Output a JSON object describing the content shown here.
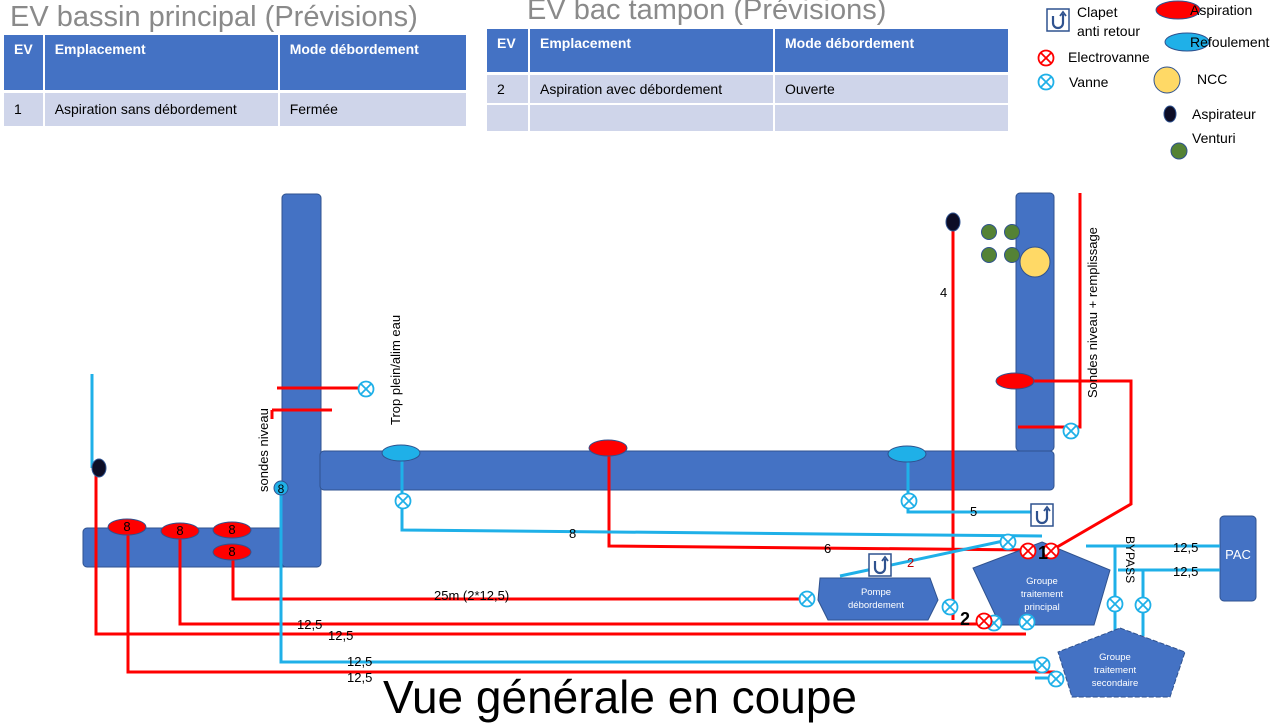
{
  "tables": {
    "principal": {
      "title": "EV bassin principal (Prévisions)",
      "headers": [
        "EV",
        "Emplacement",
        "Mode débordement"
      ],
      "rows": [
        [
          "1",
          "Aspiration sans débordement",
          "Fermée"
        ]
      ]
    },
    "tampon": {
      "title": "EV bac tampon (Prévisions)",
      "headers": [
        "EV",
        "Emplacement",
        "Mode débordement"
      ],
      "rows": [
        [
          "2",
          "Aspiration avec débordement",
          "Ouverte"
        ],
        [
          "",
          "",
          ""
        ]
      ]
    }
  },
  "legend": {
    "clapet": "Clapet anti retour",
    "electrovanne": "Electrovanne",
    "vanne": "Vanne",
    "aspiration": "Aspiration",
    "refoulement": "Refoulement",
    "ncc": "NCC",
    "aspirateur": "Aspirateur",
    "venturi": "Venturi"
  },
  "labels": {
    "sondes_niveau": "sondes niveau",
    "trop_plein": "Trop plein/alim eau",
    "sondes_remplissage": "Sondes niveau + remplissage",
    "bypass": "BYPASS",
    "pac": "PAC",
    "pompe_line1": "Pompe",
    "pompe_line2": "débordement",
    "gtp_line1": "Groupe",
    "gtp_line2": "traitement",
    "gtp_line3": "principal",
    "gts_line1": "Groupe",
    "gts_line2": "traitement",
    "gts_line3": "secondaire",
    "ev1": "1",
    "ev2": "2",
    "bouche_8a": "8",
    "bouche_8b": "8",
    "bouche_8c": "8",
    "bouche_8d": "8",
    "bouche_8e": "8",
    "l_4": "4",
    "l_5": "5",
    "l_6": "6",
    "l_8": "8",
    "l_2red": "2",
    "l_25m": "25m (2*12,5)",
    "l_125a": "12,5",
    "l_125b": "12,5",
    "l_125c": "12,5",
    "l_125d": "12,5",
    "l_125e": "12,5",
    "l_125f": "12,5",
    "footer": "Vue générale en coupe"
  },
  "colors": {
    "pipe_red": "#ff0000",
    "pipe_blue": "#1fb0e8",
    "basin": "#4472c4",
    "basin_border": "#2f528f",
    "venturi": "#548235",
    "ncc": "#ffd966"
  }
}
